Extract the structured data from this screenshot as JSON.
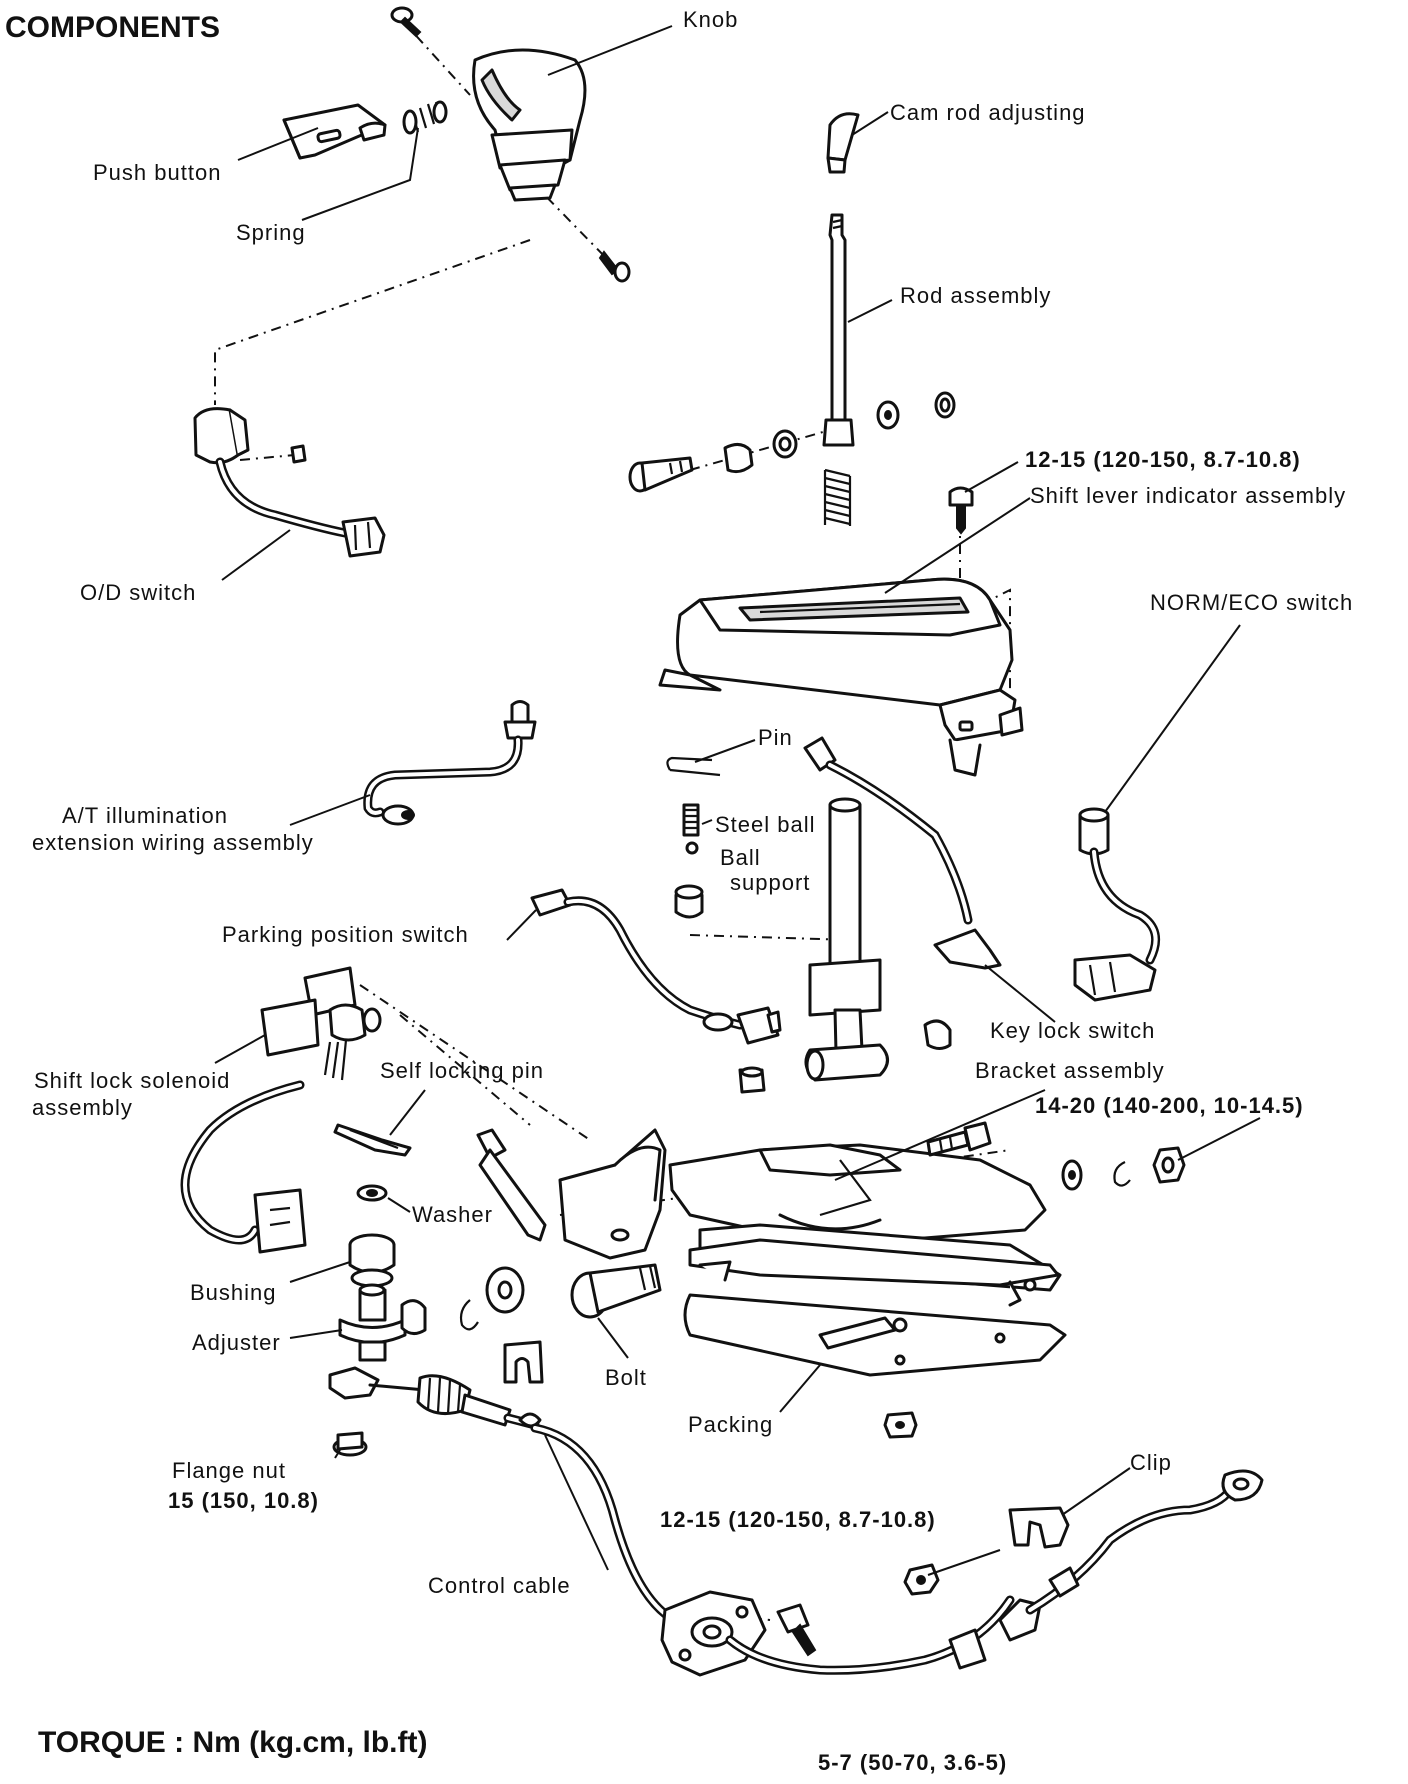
{
  "title": "COMPONENTS",
  "torque_note": "TORQUE : Nm (kg.cm, lb.ft)",
  "labels": {
    "knob": "Knob",
    "push_button": "Push button",
    "spring": "Spring",
    "cam_rod_adjusting": "Cam rod adjusting",
    "rod_assembly": "Rod assembly",
    "shift_lever_indicator": "Shift lever indicator assembly",
    "od_switch": "O/D switch",
    "norm_eco_switch": "NORM/ECO switch",
    "pin": "Pin",
    "steel_ball": "Steel ball",
    "ball_support_1": "Ball",
    "ball_support_2": "support",
    "at_illum_1": "A/T illumination",
    "at_illum_2": "extension wiring assembly",
    "parking_switch": "Parking position switch",
    "key_lock_switch": "Key lock switch",
    "shift_lock_1": "Shift lock solenoid",
    "shift_lock_2": "assembly",
    "self_locking_pin": "Self locking pin",
    "bracket_assembly": "Bracket assembly",
    "washer": "Washer",
    "bushing": "Bushing",
    "adjuster": "Adjuster",
    "bolt": "Bolt",
    "packing": "Packing",
    "flange_nut": "Flange nut",
    "clip": "Clip",
    "control_cable": "Control cable"
  },
  "torques": {
    "indicator_bolt": "12-15 (120-150, 8.7-10.8)",
    "bracket_bolt": "14-20 (140-200, 10-14.5)",
    "flange_nut": "15 (150, 10.8)",
    "cable_nut": "12-15 (120-150, 8.7-10.8)",
    "cable_bolt": "5-7 (50-70, 3.6-5)"
  }
}
